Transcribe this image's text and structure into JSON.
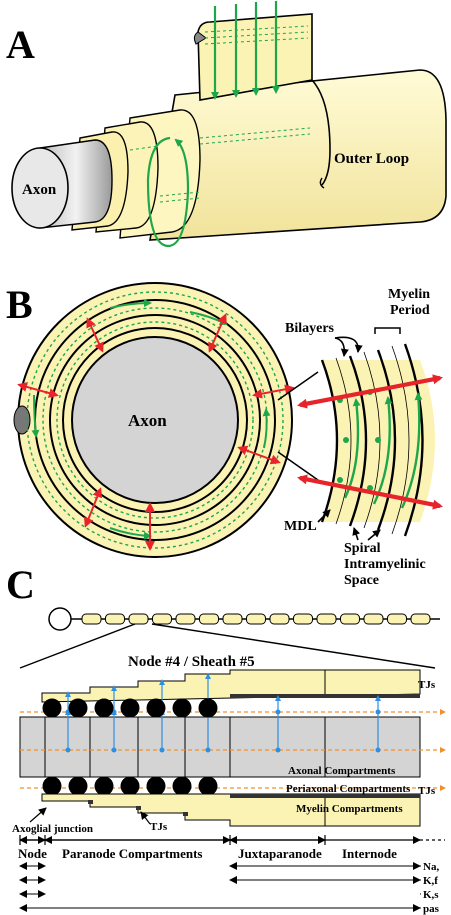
{
  "panel_a": {
    "letter": "A",
    "axon_label": "Axon",
    "outer_loop_label": "Outer Loop"
  },
  "panel_b": {
    "letter": "B",
    "axon_label": "Axon",
    "myelin_period_label_1": "Myelin",
    "myelin_period_label_2": "Period",
    "bilayers_label": "Bilayers",
    "mdl_label": "MDL",
    "spiral_label_1": "Spiral",
    "spiral_label_2": "Intramyelinic",
    "spiral_label_3": "Space"
  },
  "panel_c": {
    "letter": "C",
    "node_sheath_title": "Node #4 / Sheath #5",
    "tjs_top": "TJs",
    "tjs_bottom": "TJs",
    "tjs_mid": "TJs",
    "axonal_compartments": "Axonal  Compartments",
    "periaxonal_compartments": "Periaxonal  Compartments",
    "myelin_compartments": "Myelin  Compartments",
    "axoglial_junction": "Axoglial junction",
    "zones": [
      "Node",
      "Paranode Compartments",
      "Juxtaparanode",
      "Internode"
    ],
    "channels": [
      "Na,",
      "K,f",
      "K,s",
      "pas"
    ]
  },
  "colors": {
    "myelin_fill": "#fbf3b4",
    "axon_fill": "#d4d4d4",
    "green_arrow": "#1ea64a",
    "red_arrow": "#e8242b",
    "blue_arrow": "#2f8fe0",
    "orange_arrow": "#f0902a"
  }
}
